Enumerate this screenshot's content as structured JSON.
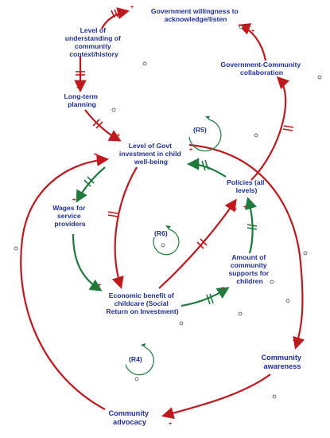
{
  "colors": {
    "node_text": "#1f2f99",
    "red_link": "#c0181c",
    "green_link": "#1e7b3c",
    "polarity": "#c01010"
  },
  "nodes": {
    "govt_willingness": [
      "Government willingness to",
      "acknowledge/listen"
    ],
    "understanding": [
      "Level of",
      "understanding of",
      "community",
      "context/history"
    ],
    "long_term": [
      "Long-term",
      "planning"
    ],
    "govt_investment": [
      "Level of Govt",
      "investment in child",
      "well-being"
    ],
    "govt_community": [
      "Government-Community",
      "collaboration"
    ],
    "wages": [
      "Wages for",
      "service",
      "providers"
    ],
    "policies": [
      "Policies (all",
      "levels)"
    ],
    "community_supports": [
      "Amount of",
      "community",
      "supports for",
      "children"
    ],
    "economic_benefit": [
      "Economic benefit of",
      "childcare (Social",
      "Return on Investment)"
    ],
    "community_awareness": [
      "Community",
      "awareness"
    ],
    "community_advocacy": [
      "Community",
      "advocacy"
    ]
  },
  "loops": {
    "r4": "(R4)",
    "r5": "(R5)",
    "r6": "(R6)"
  },
  "polarity_sign": "+"
}
